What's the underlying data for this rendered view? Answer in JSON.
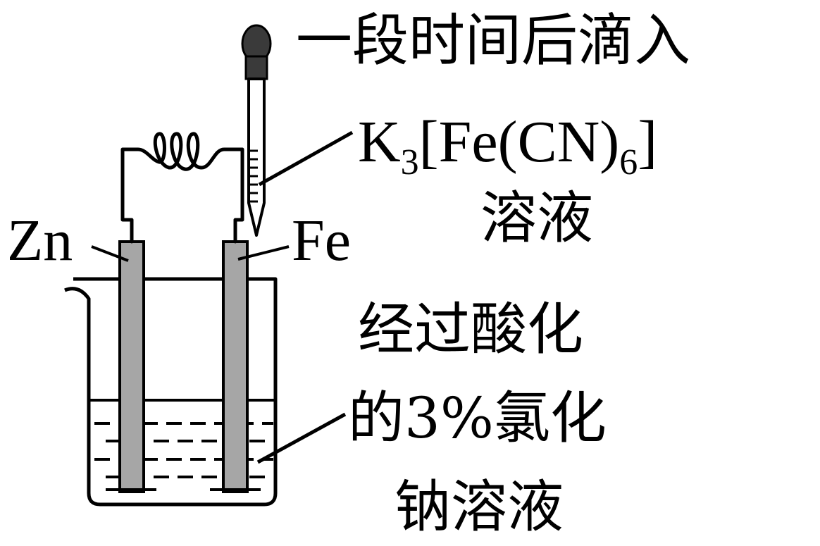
{
  "labels": {
    "dropper_note": "一段时间后滴入",
    "reagent": {
      "prefix": "K",
      "sub1": "3",
      "middle": "[Fe(CN)",
      "sub2": "6",
      "suffix": "]"
    },
    "reagent_suffix": "溶液",
    "anode": "Zn",
    "cathode": "Fe",
    "solution_line1": "经过酸化",
    "solution_line2": "的3%氯化",
    "solution_line3": "钠溶液"
  },
  "colors": {
    "stroke": "#000000",
    "electrode_fill": "#a6a6a6",
    "bulb_fill": "#3a3a3a",
    "background": "#ffffff"
  }
}
